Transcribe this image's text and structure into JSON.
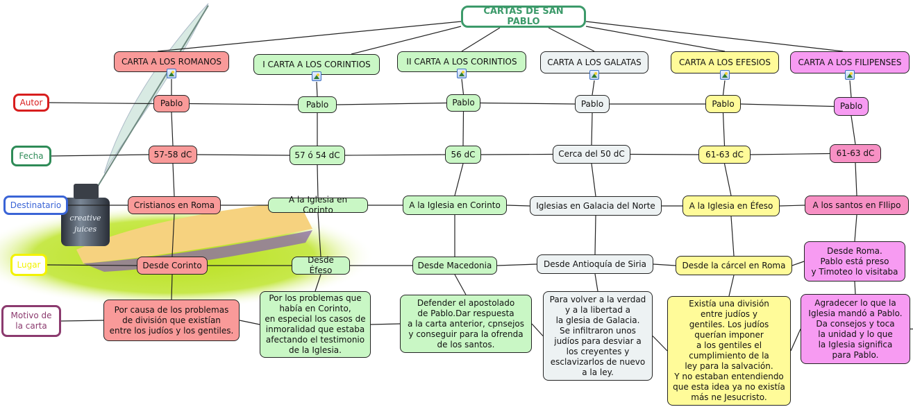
{
  "root": {
    "title": "CARTAS DE SAN PABLO",
    "color": "#3c9a6a"
  },
  "row_labels": [
    {
      "key": "autor",
      "text": "Autor",
      "color": "#d81e1e"
    },
    {
      "key": "fecha",
      "text": "Fecha",
      "color": "#2e8b57"
    },
    {
      "key": "destinatario",
      "text": "Destinatario",
      "color": "#3a64d6"
    },
    {
      "key": "lugar",
      "text": "Lugar",
      "color": "#f2f200"
    },
    {
      "key": "motivo",
      "text": "Motivo de\nla carta",
      "color": "#8b3a6e"
    }
  ],
  "letters": [
    {
      "title": "CARTA A LOS ROMANOS",
      "color": "#f99a99",
      "has_image": true,
      "autor": "Pablo",
      "fecha": "57-58 dC",
      "destinatario": "Cristianos en Roma",
      "lugar": "Desde Corinto",
      "motivo": "Por causa de los problemas\nde división que existían\nentre los judíos y los gentiles."
    },
    {
      "title": "I CARTA A LOS CORINTIOS",
      "color": "#c9f7c5",
      "has_image": true,
      "autor": "Pablo",
      "fecha": "57 ó 54 dC",
      "destinatario": "A la Iglesia en Corinto",
      "lugar": "Desde Éfeso",
      "motivo": "Por los problemas que\nhabía en Corinto,\nen especial los casos de\ninmoralidad que estaba\nafectando el testimonio\nde la Iglesia."
    },
    {
      "title": "II CARTA A LOS CORINTIOS",
      "color": "#c9f7c5",
      "has_image": true,
      "autor": "Pablo",
      "fecha": "56 dC",
      "destinatario": "A la Iglesia en Corinto",
      "lugar": "Desde Macedonia",
      "motivo": "Defender el apostolado\nde Pablo.Dar respuesta\na la carta anterior, cpnsejos\ny conseguir para la ofrenda\nde los santos."
    },
    {
      "title": "CARTA A LOS GALATAS",
      "color": "#edf2f3",
      "has_image": true,
      "autor": "Pablo",
      "fecha": "Cerca del 50 dC",
      "destinatario": "Iglesias en Galacia del Norte",
      "lugar": "Desde Antioquía de Siria",
      "motivo": "Para volver a la verdad\ny a la libertad a\nla glesia de Galacia.\nSe infiltraron unos\njudíos para desviar a\nlos creyentes y\nesclavizarlos de nuevo\na la ley."
    },
    {
      "title": "CARTA A LOS EFESIOS",
      "color": "#fffb99",
      "has_image": true,
      "autor": "Pablo",
      "fecha": "61-63 dC",
      "destinatario": "A la Iglesia en Éfeso",
      "lugar": "Desde la cárcel en Roma",
      "motivo": "Existía una división\nentre judíos y\ngentiles. Los judíos\nquerían imponer\na los gentiles el\ncumplimiento de la\nley para la salvación.\nY no estaban entendiendo\nque esta idea ya no existía\nmás ne Jesucristo."
    },
    {
      "title": "CARTA A LOS FILIPENSES",
      "color": "#f79bf2",
      "has_image": true,
      "autor": "Pablo",
      "fecha": "61-63 dC",
      "destinatario": "A los santos en FIlipo",
      "lugar": "Desde Roma.\nPablo está preso\ny Timoteo lo visitaba",
      "motivo": "Agradecer lo que la\nIglesia mandó a Pablo.\nDa consejos y toca\nla unidad y lo que\nla Iglesia significa\npara Pablo."
    }
  ],
  "decoration": {
    "image": "inkwell-quill-paper-illustration",
    "bottle_text": "creative juices"
  }
}
